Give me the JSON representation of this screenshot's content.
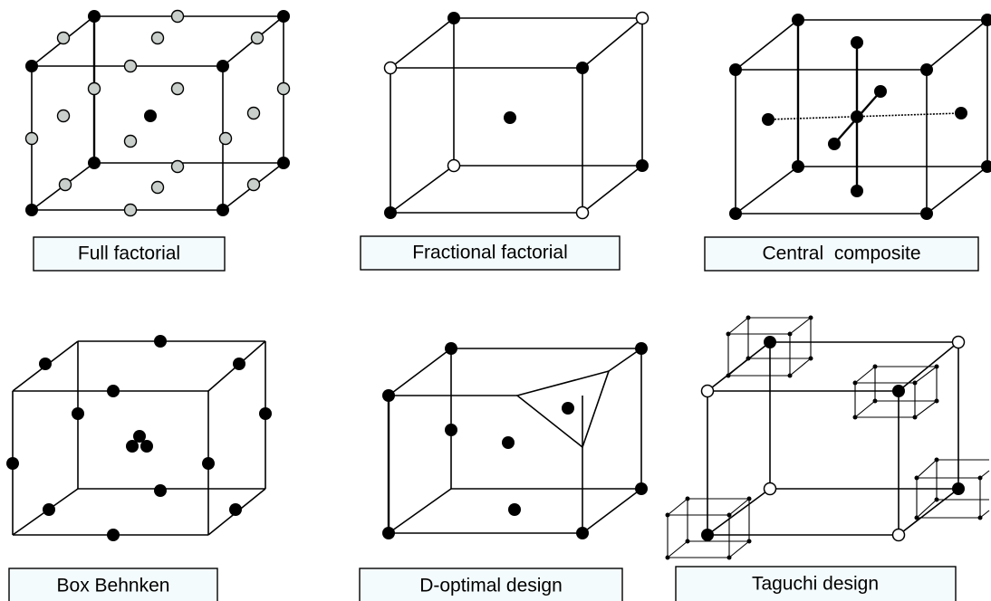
{
  "panels": [
    {
      "id": "full-factorial",
      "label": "Full factorial"
    },
    {
      "id": "fractional-factorial",
      "label": "Fractional factorial"
    },
    {
      "id": "central-composite",
      "label": "Central  composite"
    },
    {
      "id": "box-behnken",
      "label": "Box Behnken"
    },
    {
      "id": "d-optimal",
      "label": "D-optimal design"
    },
    {
      "id": "taguchi",
      "label": "Taguchi design"
    }
  ],
  "legend_point_styles": [
    "black",
    "white",
    "grey"
  ]
}
